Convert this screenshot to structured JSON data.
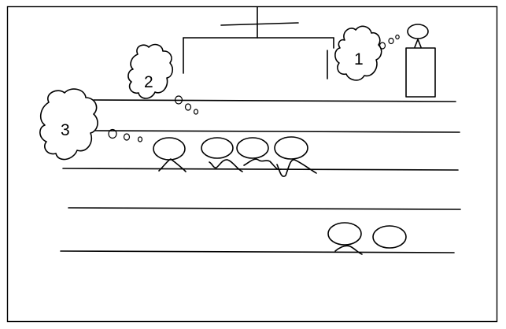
{
  "thought_bubbles": [
    {
      "id": "1",
      "label": "1"
    },
    {
      "id": "2",
      "label": "2"
    },
    {
      "id": "3",
      "label": "3"
    }
  ]
}
